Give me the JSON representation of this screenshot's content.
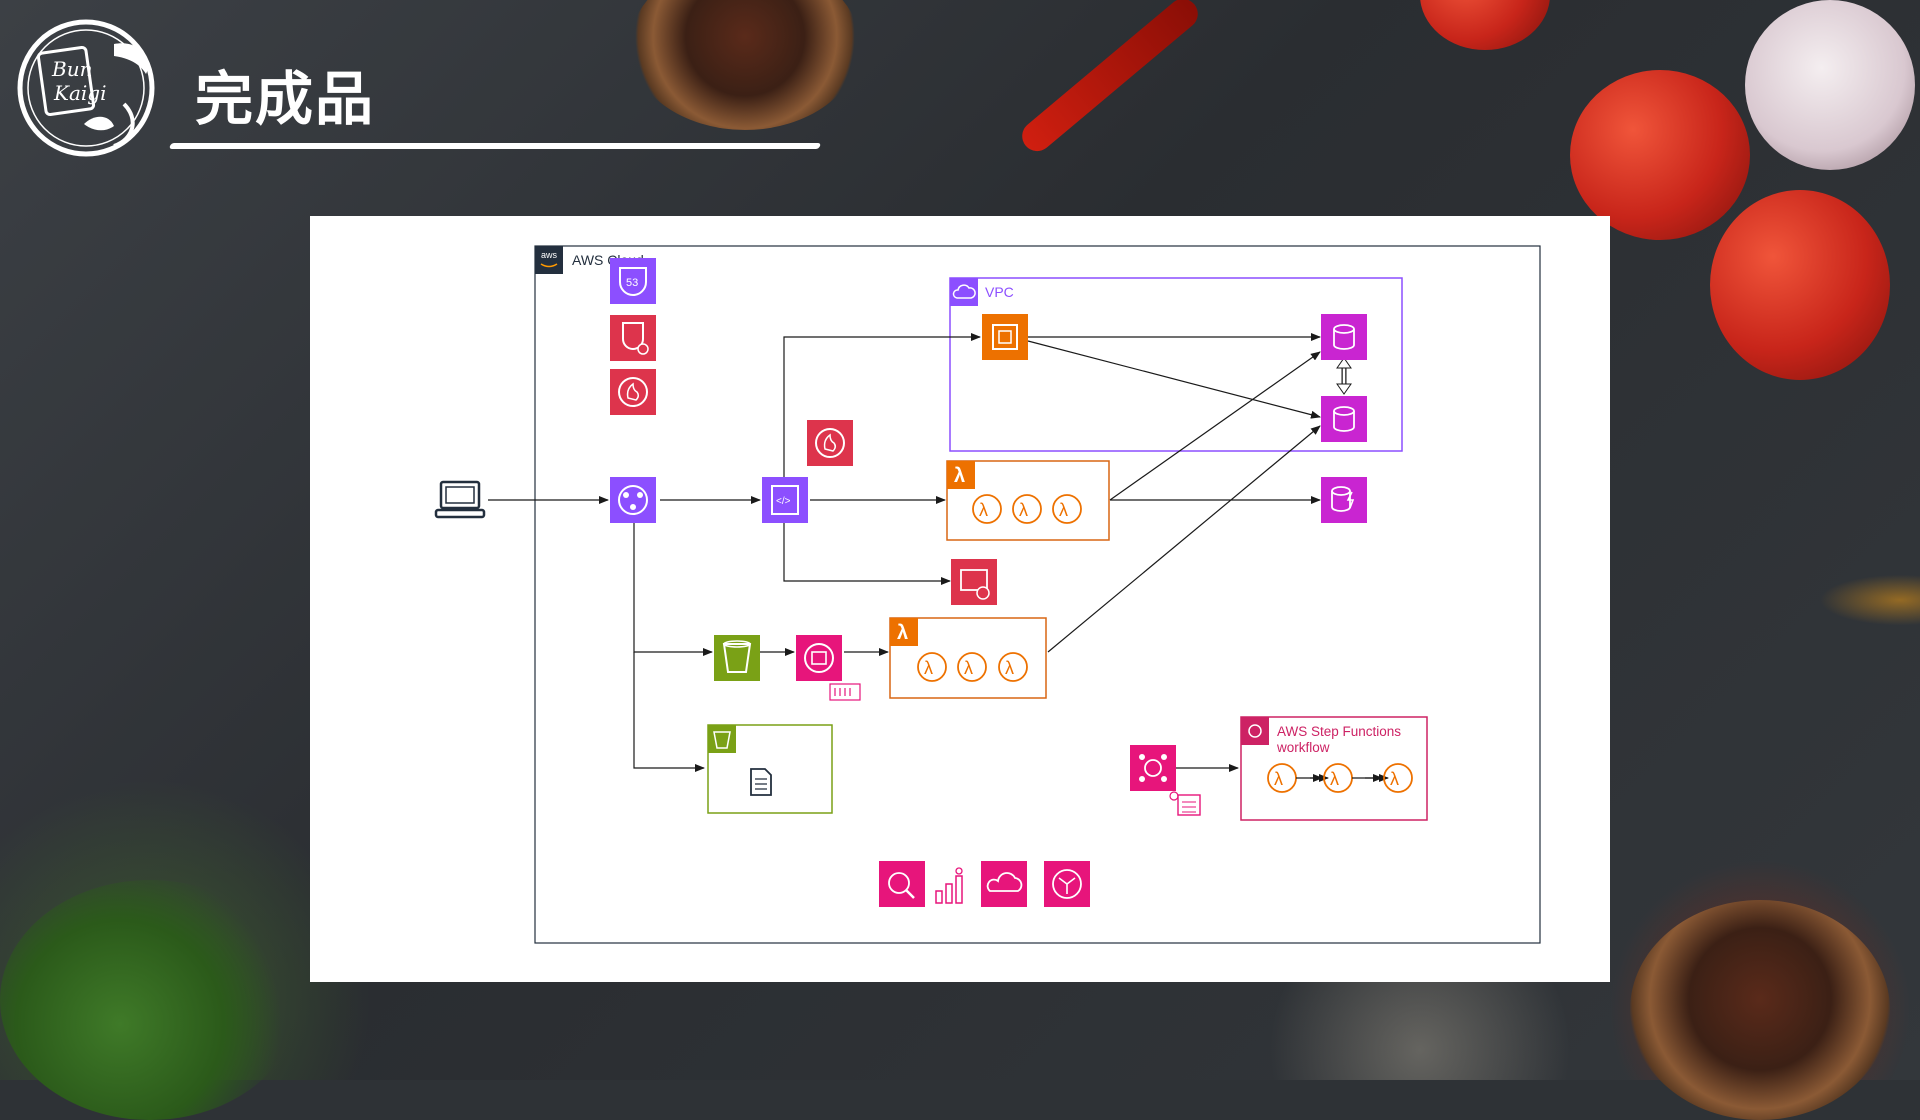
{
  "slide": {
    "title": "完成品",
    "logo_text_line1": "Bun",
    "logo_text_line2": "Kaigi"
  },
  "diagram": {
    "aws_cloud_label": "AWS Cloud",
    "vpc_label": "VPC",
    "step_functions_label_line1": "AWS Step Functions",
    "step_functions_label_line2": "workflow",
    "icons": {
      "client": "laptop-icon",
      "route53": "route53-icon",
      "shield": "shield-icon",
      "waf": "waf-icon",
      "cloudfront": "cloudfront-icon",
      "api_gateway": "api-gateway-icon",
      "waf_api": "waf-icon",
      "ec2": "ec2-icon",
      "aurora_writer": "aurora-icon",
      "aurora_reader": "aurora-icon",
      "dynamodb": "dynamodb-icon",
      "cognito": "cognito-icon",
      "s3": "s3-bucket-icon",
      "sqs": "sqs-icon",
      "lambda": "lambda-icon",
      "eventbridge": "eventbridge-icon",
      "cloudwatch": "cloudwatch-icon",
      "cloudwatch_metrics": "metrics-icon",
      "cloudformation": "cloudformation-icon",
      "xray": "xray-icon",
      "document": "document-icon",
      "scheduler": "scheduler-icon"
    },
    "colors": {
      "networking": "#8C4FFF",
      "security": "#DD344C",
      "compute": "#ED7100",
      "database": "#C925D1",
      "storage": "#7AA116",
      "integration": "#E7157B",
      "vpc_border": "#8C4FFF",
      "lambda_group": "#D86613",
      "s3_group": "#7AA116",
      "step_group": "#CD2264"
    }
  }
}
